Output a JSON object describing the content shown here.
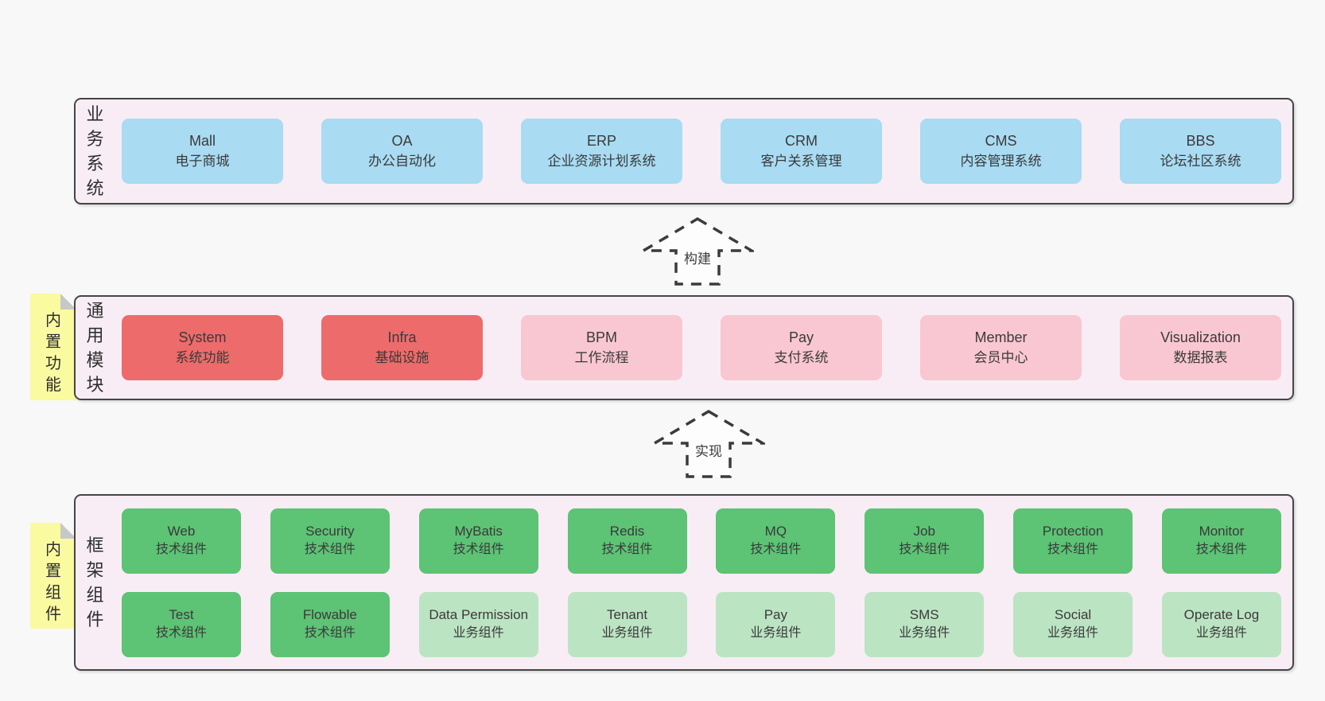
{
  "palette": {
    "page_bg": "#f8f8f8",
    "band_bg": "#f8edf5",
    "band_border": "#454545",
    "blue_box": "#a9dbf2",
    "red_box": "#ee6b6b",
    "pink_box": "#f9c7d1",
    "green_box": "#5dc375",
    "light_green_box": "#bbe4c3",
    "sticky_yellow": "#fafaa1",
    "fold_gray": "#c8c8c8",
    "text": "#3a3a3a"
  },
  "bands": [
    {
      "label": "业务系统",
      "boxes": [
        {
          "name": "Mall",
          "desc": "电子商城"
        },
        {
          "name": "OA",
          "desc": "办公自动化"
        },
        {
          "name": "ERP",
          "desc": "企业资源计划系统"
        },
        {
          "name": "CRM",
          "desc": "客户关系管理"
        },
        {
          "name": "CMS",
          "desc": "内容管理系统"
        },
        {
          "name": "BBS",
          "desc": "论坛社区系统"
        }
      ]
    },
    {
      "label": "通用模块",
      "sticky_note": "内置功能",
      "boxes": [
        {
          "name": "System",
          "desc": "系统功能"
        },
        {
          "name": "Infra",
          "desc": "基础设施"
        },
        {
          "name": "BPM",
          "desc": "工作流程"
        },
        {
          "name": "Pay",
          "desc": "支付系统"
        },
        {
          "name": "Member",
          "desc": "会员中心"
        },
        {
          "name": "Visualization",
          "desc": "数据报表"
        }
      ]
    },
    {
      "label": "框架组件",
      "sticky_note": "内置组件",
      "rows": [
        [
          {
            "name": "Web",
            "desc": "技术组件"
          },
          {
            "name": "Security",
            "desc": "技术组件"
          },
          {
            "name": "MyBatis",
            "desc": "技术组件"
          },
          {
            "name": "Redis",
            "desc": "技术组件"
          },
          {
            "name": "MQ",
            "desc": "技术组件"
          },
          {
            "name": "Job",
            "desc": "技术组件"
          },
          {
            "name": "Protection",
            "desc": "技术组件"
          },
          {
            "name": "Monitor",
            "desc": "技术组件"
          }
        ],
        [
          {
            "name": "Test",
            "desc": "技术组件"
          },
          {
            "name": "Flowable",
            "desc": "技术组件"
          },
          {
            "name": "Data Permission",
            "desc": "业务组件"
          },
          {
            "name": "Tenant",
            "desc": "业务组件"
          },
          {
            "name": "Pay",
            "desc": "业务组件"
          },
          {
            "name": "SMS",
            "desc": "业务组件"
          },
          {
            "name": "Social",
            "desc": "业务组件"
          },
          {
            "name": "Operate Log",
            "desc": "业务组件"
          }
        ]
      ]
    }
  ],
  "arrows": [
    {
      "label": "构建"
    },
    {
      "label": "实现"
    }
  ]
}
